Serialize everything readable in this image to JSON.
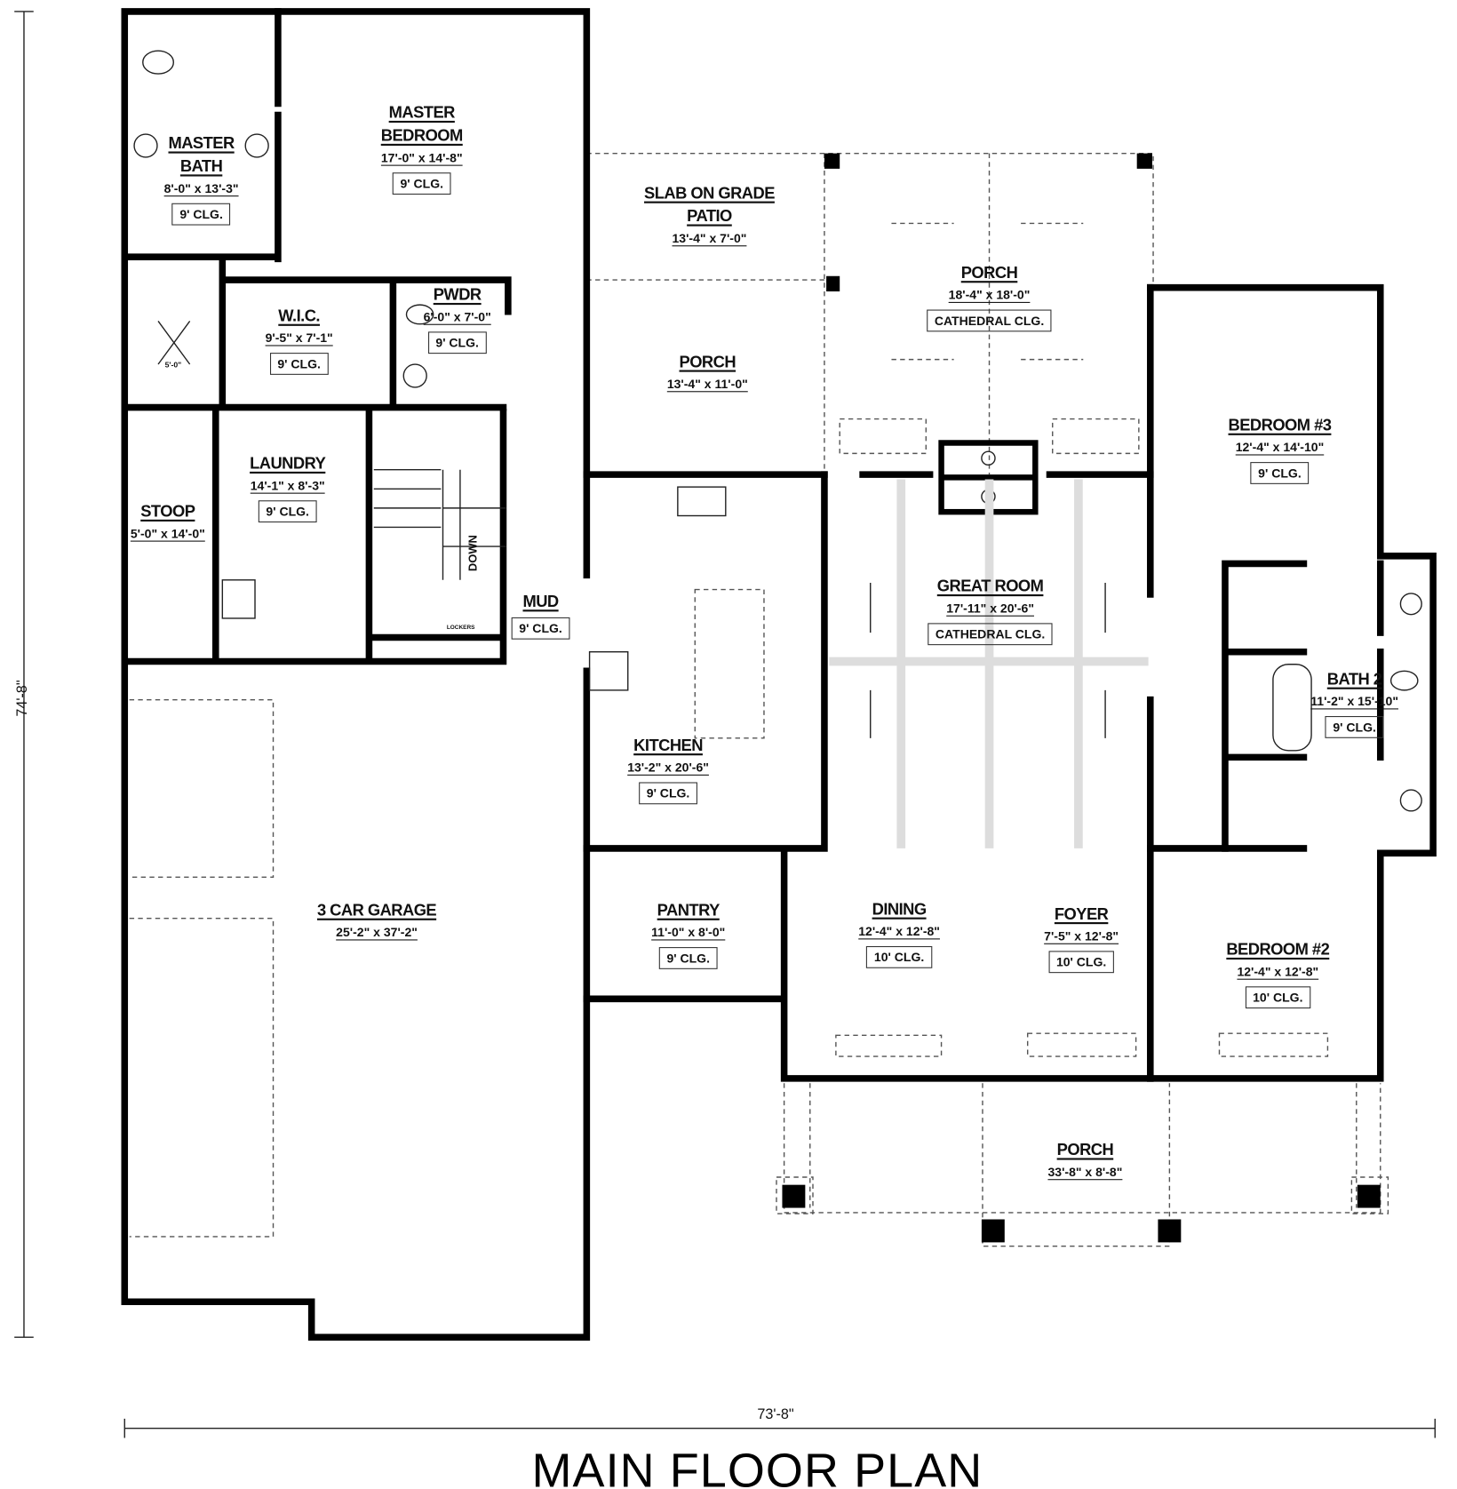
{
  "title": "MAIN FLOOR PLAN",
  "overall_dimensions": {
    "depth": "74'-8\"",
    "width": "73'-8\""
  },
  "rooms": [
    {
      "name": [
        "MASTER",
        "BATH"
      ],
      "dims": "8'-0\" x 13'-3\"",
      "ceiling": "9' CLG."
    },
    {
      "name": [
        "MASTER",
        "BEDROOM"
      ],
      "dims": "17'-0\" x 14'-8\"",
      "ceiling": "9' CLG."
    },
    {
      "name": [
        "SLAB ON GRADE",
        "PATIO"
      ],
      "dims": "13'-4\" x 7'-0\"",
      "ceiling": null
    },
    {
      "name": [
        "PORCH"
      ],
      "dims": "18'-4\" x 18'-0\"",
      "ceiling": "CATHEDRAL CLG."
    },
    {
      "name": [
        "W.I.C."
      ],
      "dims": "9'-5\" x 7'-1\"",
      "ceiling": "9' CLG."
    },
    {
      "name": [
        "PWDR"
      ],
      "dims": "6'-0\" x 7'-0\"",
      "ceiling": "9' CLG."
    },
    {
      "name": [
        "PORCH"
      ],
      "dims": "13'-4\" x 11'-0\"",
      "ceiling": null
    },
    {
      "name": [
        "BEDROOM #3"
      ],
      "dims": "12'-4\" x 14'-10\"",
      "ceiling": "9' CLG."
    },
    {
      "name": [
        "LAUNDRY"
      ],
      "dims": "14'-1\" x 8'-3\"",
      "ceiling": "9' CLG."
    },
    {
      "name": [
        "STOOP"
      ],
      "dims": "5'-0\" x 14'-0\"",
      "ceiling": null
    },
    {
      "name": [
        "MUD"
      ],
      "dims": null,
      "ceiling": "9' CLG."
    },
    {
      "name": [
        "GREAT ROOM"
      ],
      "dims": "17'-11\" x 20'-6\"",
      "ceiling": "CATHEDRAL CLG."
    },
    {
      "name": [
        "BATH 2"
      ],
      "dims": "11'-2\" x 15'-10\"",
      "ceiling": "9' CLG."
    },
    {
      "name": [
        "KITCHEN"
      ],
      "dims": "13'-2\" x 20'-6\"",
      "ceiling": "9' CLG."
    },
    {
      "name": [
        "3 CAR GARAGE"
      ],
      "dims": "25'-2\" x 37'-2\"",
      "ceiling": null
    },
    {
      "name": [
        "PANTRY"
      ],
      "dims": "11'-0\" x 8'-0\"",
      "ceiling": "9' CLG."
    },
    {
      "name": [
        "DINING"
      ],
      "dims": "12'-4\" x 12'-8\"",
      "ceiling": "10' CLG."
    },
    {
      "name": [
        "FOYER"
      ],
      "dims": "7'-5\" x 12'-8\"",
      "ceiling": "10' CLG."
    },
    {
      "name": [
        "BEDROOM #2"
      ],
      "dims": "12'-4\" x 12'-8\"",
      "ceiling": "10' CLG."
    },
    {
      "name": [
        "PORCH"
      ],
      "dims": "33'-8\" x 8'-8\"",
      "ceiling": null
    }
  ],
  "annotations": {
    "stair": "DOWN",
    "lockers": "LOCKERS",
    "shower": "5'-0\""
  }
}
